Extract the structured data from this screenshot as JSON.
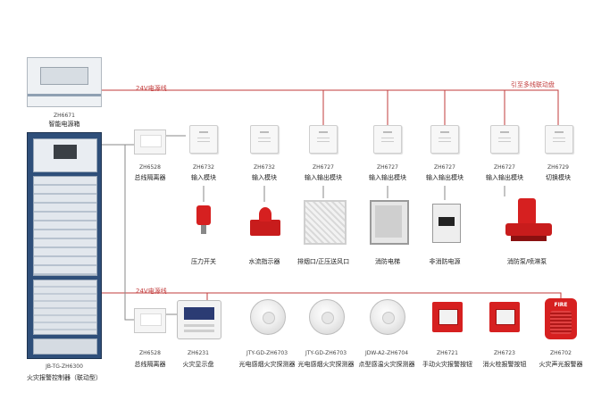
{
  "power_panel": {
    "code": "ZH6671",
    "name": "智能电源箱"
  },
  "controller": {
    "code": "JB-TG-ZH6300",
    "name": "火灾报警控制器（联动型）"
  },
  "lines": {
    "power_line": "24V电源线",
    "signal_line": "24V电源线",
    "multi_line": "引至多线联动盘"
  },
  "upper_devices": [
    {
      "code": "ZH6528",
      "name": "总线隔离器"
    },
    {
      "code": "ZH6732",
      "name": "输入模块",
      "device": "压力开关"
    },
    {
      "code": "ZH6732",
      "name": "输入模块",
      "device": "水流指示器"
    },
    {
      "code": "ZH6727",
      "name": "输入输出模块",
      "device": "排烟口/正压送风口"
    },
    {
      "code": "ZH6727",
      "name": "输入输出模块",
      "device": "消防电梯"
    },
    {
      "code": "ZH6727",
      "name": "输入输出模块",
      "device": "非消防电源"
    },
    {
      "code": "ZH6727",
      "name": "输入输出模块",
      "device": "消防泵/喷淋泵"
    },
    {
      "code": "ZH6729",
      "name": "切换模块"
    }
  ],
  "lower_devices": [
    {
      "code": "ZH6528",
      "name": "总线隔离器"
    },
    {
      "code": "ZH6231",
      "name": "火灾显示盘"
    },
    {
      "code": "JTY-GD-ZH6703",
      "name": "光电感烟火灾探测器"
    },
    {
      "code": "JTY-GD-ZH6703",
      "name": "光电感烟火灾探测器"
    },
    {
      "code": "JDW-A2-ZH6704",
      "name": "点型感温火灾探测器"
    },
    {
      "code": "ZH6721",
      "name": "手动火灾报警按钮"
    },
    {
      "code": "ZH6723",
      "name": "消火栓报警按钮"
    },
    {
      "code": "ZH6702",
      "name": "火灾声光报警器"
    }
  ],
  "colors": {
    "line_red": "#c23b3b",
    "wire_gray": "#8a8a8a",
    "device_red": "#d62020",
    "cabinet_blue": "#2f4f7a"
  },
  "detector_text": {
    "fire": "FIRE"
  }
}
